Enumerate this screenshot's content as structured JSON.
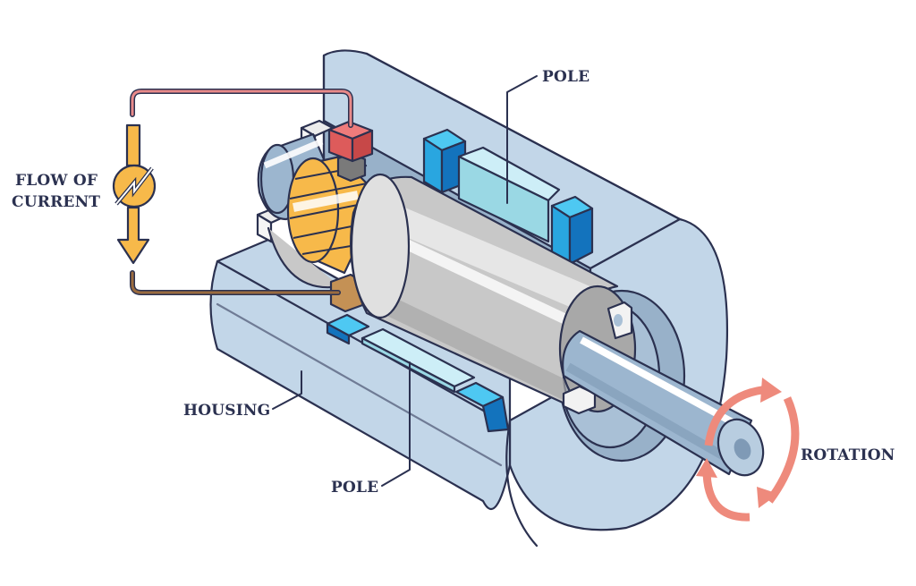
{
  "diagram": {
    "title": "DC motor cross-section",
    "labels": {
      "flow_of_current_line1": "FLOW OF",
      "flow_of_current_line2": "CURRENT",
      "pole_top": "POLE",
      "pole_bottom": "POLE",
      "housing": "HOUSING",
      "rotation": "ROTATION"
    },
    "icons": {
      "current_source": "lightning-bolt-icon",
      "current_direction": "down-arrow-icon",
      "rotation": "circular-arrows-icon"
    },
    "colors": {
      "outline": "#2b3150",
      "housing_light": "#c2d6e8",
      "housing_mid": "#98b1c9",
      "housing_dark": "#7f9ab6",
      "pole_block": "#29a6e0",
      "pole_block_dark": "#1373bd",
      "pole_block_top": "#4ec8f2",
      "pole_face": "#9ad8e4",
      "pole_face_light": "#cdeef7",
      "rotor_light": "#e6e6e6",
      "rotor_mid": "#c8c8c8",
      "rotor_dark": "#a8a8a8",
      "commutator": "#f7b94a",
      "brush_top": "#dd5b5b",
      "brush_bottom": "#c49155",
      "wire_top": "#e88989",
      "wire_bottom": "#9a6b3f",
      "current_arrow": "#f7b94a",
      "rotation_arrow": "#ee8a7c",
      "shaft": "#9cb6cf"
    }
  }
}
